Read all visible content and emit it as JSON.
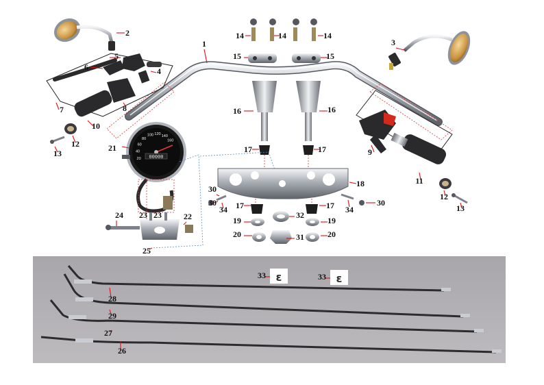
{
  "callouts": [
    "1",
    "2",
    "3",
    "4",
    "5",
    "6",
    "7",
    "8",
    "9",
    "10",
    "11",
    "12",
    "13",
    "14",
    "15",
    "16",
    "17",
    "18",
    "19",
    "20",
    "21",
    "22",
    "23",
    "24",
    "25",
    "26",
    "27",
    "28",
    "29",
    "30",
    "31",
    "32",
    "33",
    "34"
  ],
  "colors": {
    "chrome": "#c9ccd1",
    "chrome_dark": "#7d8189",
    "rubber": "#2a2a2c",
    "red_switch": "#d42a1c",
    "cable_panel": "#b3b1b4",
    "leader": "#d11111"
  },
  "speedometer": {
    "scale": [
      "20",
      "40",
      "60",
      "80",
      "100",
      "120",
      "140",
      "160"
    ],
    "odometer": "00000"
  }
}
